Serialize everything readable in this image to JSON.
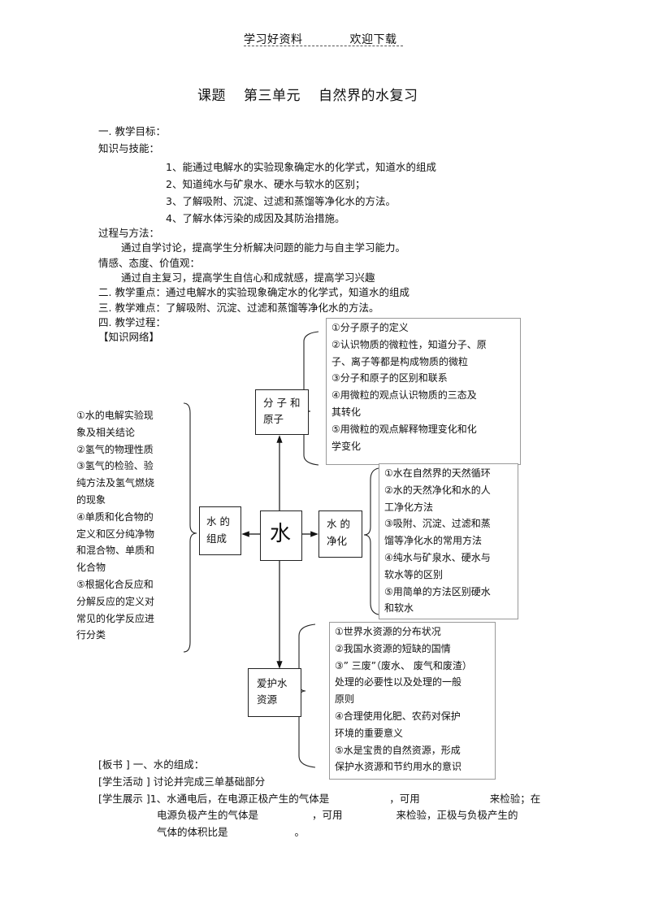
{
  "header": {
    "left": "学习好资料",
    "right": "欢迎下载"
  },
  "title": {
    "part1": "课题",
    "part2": "第三单元",
    "part3": "自然界的水复习"
  },
  "objectives": {
    "heading": "一. 教学目标：",
    "knowledge_heading": "知识与技能：",
    "knowledge_items": [
      "1、能通过电解水的实验现象确定水的化学式，知道水的组成",
      "2、知道纯水与矿泉水、硬水与软水的区别；",
      "3、了解吸附、沉淀、过滤和蒸馏等净化水的方法。",
      "4、了解水体污染的成因及其防治措施。"
    ],
    "process_heading": "过程与方法：",
    "process_text": "通过自学讨论，提高学生分析解决问题的能力与自主学习能力。",
    "emotion_heading": "情感、态度、价值观：",
    "emotion_text": "通过自主复习，提高学生自信心和成就感，提高学习兴趣"
  },
  "key_points": "二. 教学重点：通过电解水的实验现象确定水的化学式，知道水的组成",
  "difficulties": "三. 教学难点：了解吸附、沉淀、过滤和蒸馏等净化水的方法。",
  "process": "四. 教学过程：",
  "network_label": "【知识网络】",
  "diagram": {
    "center": "水",
    "top_node": [
      "分 子 和",
      "原子"
    ],
    "left_node": [
      "水 的",
      "组成"
    ],
    "right_node": [
      "水 的",
      "净化"
    ],
    "bottom_node": [
      "爱护水",
      "资源"
    ],
    "top_info": [
      "①分子原子的定义",
      "②认识物质的微粒性，知道分子、原",
      "子、离子等都是构成物质的微粒",
      "③分子和原子的区别和联系",
      "④用微粒的观点认识物质的三态及",
      "其转化",
      "⑤用微粒的观点解释物理变化和化",
      "学变化"
    ],
    "left_info": [
      "①水的电解实验现",
      "象及相关结论",
      "②氢气的物理性质",
      "③氢气的检验、验",
      "纯方法及氢气燃烧",
      "的现象",
      "④单质和化合物的",
      "定义和区分纯净物",
      "和混合物、单质和",
      "化合物",
      "⑤根据化合反应和",
      "分解反应的定义对",
      "常见的化学反应进",
      "行分类"
    ],
    "right_info": [
      "①水在自然界的天然循环",
      "②水的天然净化和水的人",
      "工净化方法",
      "③吸附、沉淀、过滤和蒸",
      "馏等净化水的常用方法",
      "④纯水与矿泉水、硬水与",
      "软水等的区别",
      "⑤用简单的方法区别硬水",
      "和软水"
    ],
    "bottom_info": [
      "①世界水资源的分布状况",
      "②我国水资源的短缺的国情",
      "③” 三废”（废水、 废气和废渣）",
      "处理的必要性以及处理的一般",
      "原则",
      "④合理使用化肥、农药对保护",
      "环境的重要意义",
      "⑤水是宝贵的自然资源，形成",
      "保护水资源和节约用水的意识"
    ]
  },
  "board": "[板书 ] 一、水的组成：",
  "activity": "[学生活动 ]  讨论并完成三单基础部分",
  "display": {
    "label": "[学生展示 ]",
    "line1_a": "1、水通电后，在电源正极产生的气体是",
    "line1_b": "，可用",
    "line1_c": "来检验；在",
    "line2_a": "电源负极产生的气体是",
    "line2_b": "，可用",
    "line2_c": "来检验，正极与负极产生的",
    "line3_a": "气体的体积比是",
    "line3_b": "。"
  }
}
